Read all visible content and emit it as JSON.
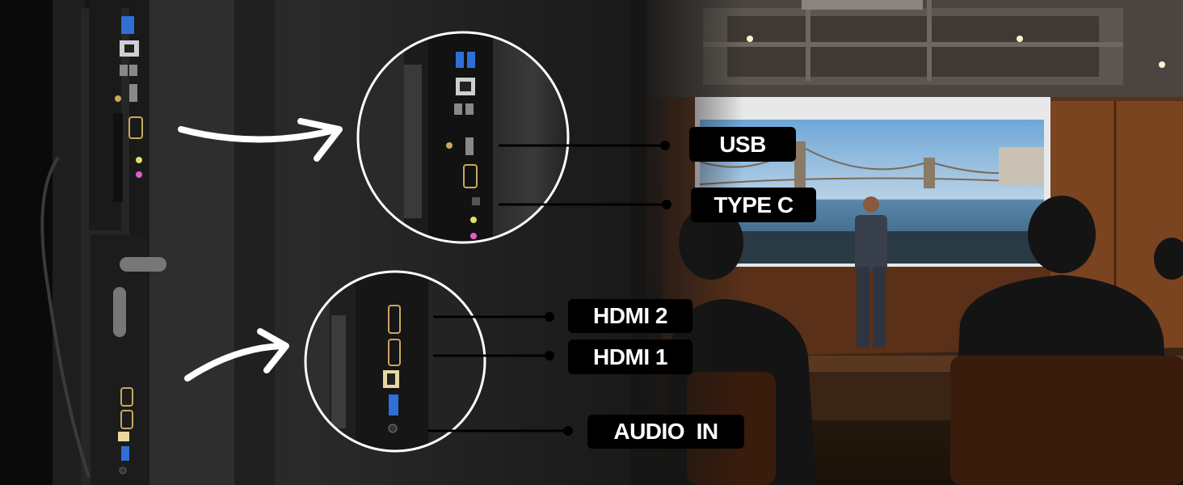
{
  "labels": {
    "usb": "USB",
    "type_c": "TYPE C",
    "hdmi2": "HDMI 2",
    "hdmi1": "HDMI 1",
    "audio_in": "AUDIO  IN"
  },
  "colors": {
    "background": "#161616",
    "label_bg": "#000000",
    "label_text": "#ffffff",
    "callout_ring": "#ffffff",
    "hdmi_port": "#c9a75c",
    "usb_port": "#2f6fd6",
    "screen_sky": "#7fb3dc",
    "wood_panel": "#6a3a1e"
  }
}
